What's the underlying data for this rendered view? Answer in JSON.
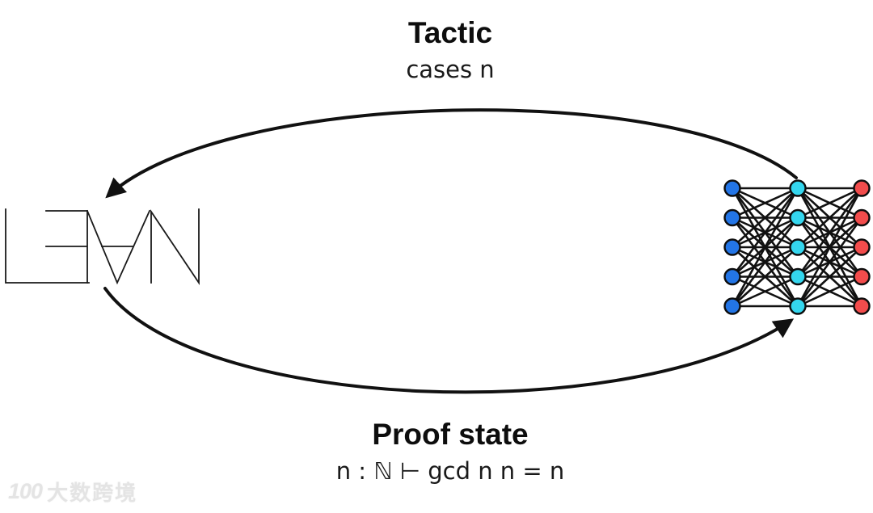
{
  "diagram": {
    "top_label": {
      "title": "Tactic",
      "subtitle": "cases n"
    },
    "bottom_label": {
      "title": "Proof state",
      "subtitle": "n : ℕ ⊢ gcd n n = n"
    },
    "left_entity": {
      "name": "Lean theorem prover logo",
      "stroke_color": "#1a1a1a"
    },
    "right_entity": {
      "name": "neural network",
      "layers": [
        {
          "name": "input-layer",
          "node_color": "#2375e6",
          "count": 5
        },
        {
          "name": "hidden-layer",
          "node_color": "#34d6ee",
          "count": 5
        },
        {
          "name": "output-layer",
          "node_color": "#f24c4c",
          "count": 5
        }
      ],
      "edge_color": "#111111",
      "node_outline_color": "#0d0d0d"
    },
    "arrow_color": "#111111"
  },
  "watermark": {
    "logo_text": "100",
    "text": "大数跨境"
  }
}
